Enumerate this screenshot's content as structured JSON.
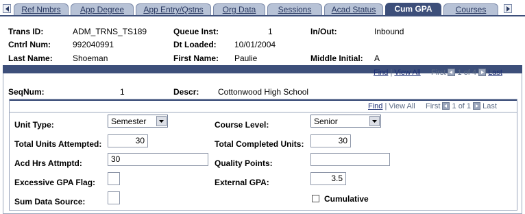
{
  "tabs": [
    {
      "label": "Ref Nmbrs",
      "active": false
    },
    {
      "label": "App Degree",
      "active": false
    },
    {
      "label": "App Entry/Qstns",
      "active": false
    },
    {
      "label": "Org Data",
      "active": false
    },
    {
      "label": "Sessions",
      "active": false
    },
    {
      "label": "Acad Status",
      "active": false
    },
    {
      "label": "Cum GPA",
      "active": true
    },
    {
      "label": "Courses",
      "active": false
    }
  ],
  "header": {
    "trans_id_label": "Trans ID:",
    "trans_id": "ADM_TRNS_TS189",
    "queue_inst_label": "Queue Inst:",
    "queue_inst": "1",
    "in_out_label": "In/Out:",
    "in_out": "Inbound",
    "cntrl_num_label": "Cntrl Num:",
    "cntrl_num": "992040991",
    "dt_loaded_label": "Dt Loaded:",
    "dt_loaded": "10/01/2004",
    "last_name_label": "Last Name:",
    "last_name": "Shoeman",
    "first_name_label": "First Name:",
    "first_name": "Paulie",
    "middle_initial_label": "Middle Initial:",
    "middle_initial": "A"
  },
  "outer_nav": {
    "find": "Find",
    "sep": "|",
    "view_all": "View All",
    "first": "First",
    "count": "1 of 4",
    "last": "Last"
  },
  "outer": {
    "seqnum_label": "SeqNum:",
    "seqnum": "1",
    "descr_label": "Descr:",
    "descr": "Cottonwood High School"
  },
  "inner_nav": {
    "find": "Find",
    "sep": "|",
    "view_all": "View All",
    "first": "First",
    "count": "1 of 1",
    "last": "Last"
  },
  "form": {
    "unit_type_label": "Unit Type:",
    "unit_type": "Semester",
    "course_level_label": "Course Level:",
    "course_level": "Senior",
    "total_units_attempted_label": "Total Units Attempted:",
    "total_units_attempted": "30",
    "total_completed_units_label": "Total Completed Units:",
    "total_completed_units": "30",
    "acd_hrs_attmptd_label": "Acd Hrs Attmptd:",
    "acd_hrs_attmptd": "30",
    "quality_points_label": "Quality Points:",
    "quality_points": "",
    "excessive_gpa_flag_label": "Excessive GPA Flag:",
    "excessive_gpa_flag": "",
    "external_gpa_label": "External GPA:",
    "external_gpa": "3.5",
    "sum_data_source_label": "Sum Data Source:",
    "sum_data_source": "",
    "cumulative_label": "Cumulative",
    "cumulative_checked": false
  }
}
